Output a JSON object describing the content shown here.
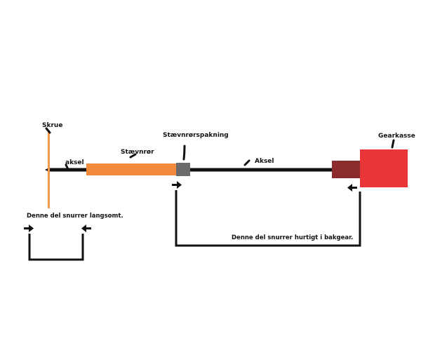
{
  "labels": {
    "skrue": "Skrue",
    "aksel_left": "aksel",
    "stevnror": "Stævnrør",
    "stevnrorspakning": "Stævnrørspakning",
    "aksel_right": "Aksel",
    "gearkasse": "Gearkasse",
    "slow_note": "Denne del snurrer langsomt.",
    "fast_note": "Denne del snurrer hurtigt i bakgear."
  },
  "colors": {
    "shaft": "#111111",
    "propeller": "#f39a4f",
    "stern_tube": "#f2893d",
    "stern_seal": "#6b6b6b",
    "gear_coupling": "#8b2b2d",
    "gearbox": "#e83538",
    "background": "#ffffff"
  },
  "icons": {
    "arrows": [
      "arrow-right-icon",
      "arrow-left-icon"
    ]
  }
}
